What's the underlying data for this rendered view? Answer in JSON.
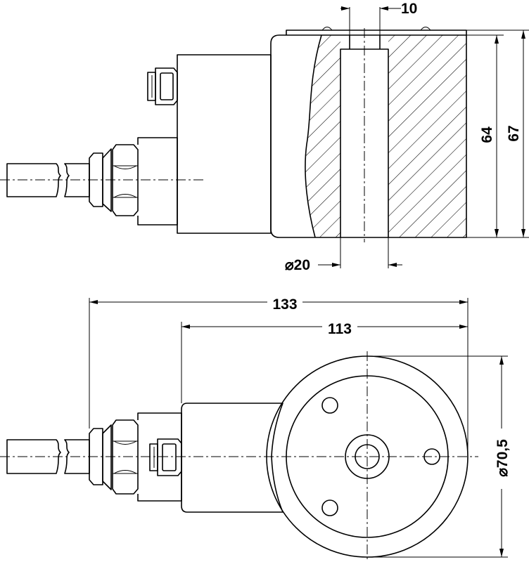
{
  "dimensions": {
    "side_view": {
      "slot_width": "10",
      "inner_height": "64",
      "total_height": "67",
      "bore_diameter": "⌀20"
    },
    "top_view": {
      "overall_length": "133",
      "body_length": "113",
      "flange_diameter": "⌀70,5"
    }
  },
  "colors": {
    "line": "#000000",
    "background": "#ffffff"
  }
}
